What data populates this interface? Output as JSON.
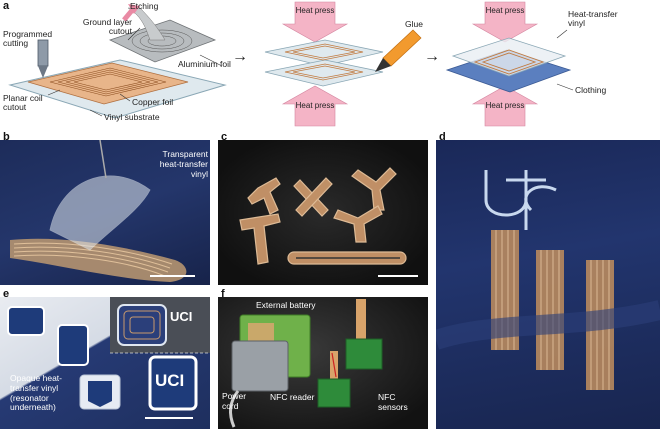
{
  "panels": [
    "a",
    "b",
    "c",
    "d",
    "e",
    "f"
  ],
  "panel_a": {
    "etching": "Etching",
    "programmed_cutting": "Programmed cutting",
    "ground_layer_cutout": "Ground layer cutout",
    "aluminium_foil": "Aluminium foil",
    "copper_foil": "Copper foil",
    "planar_coil_cutout": "Planar coil cutout",
    "vinyl_substrate": "Vinyl substrate",
    "heat_press_1": "Heat press",
    "heat_press_2": "Heat press",
    "glue": "Glue",
    "heat_press_3": "Heat press",
    "heat_press_4": "Heat press",
    "heat_transfer_vinyl": "Heat-transfer vinyl",
    "clothing": "Clothing"
  },
  "panel_b": {
    "label": "Transparent heat-transfer vinyl"
  },
  "panel_e": {
    "label": "Opaque heat-transfer vinyl (resonator underneath)",
    "logo": "UCI"
  },
  "panel_f": {
    "external_battery": "External battery",
    "nfc_reader": "NFC reader",
    "power_cord": "Power cord",
    "nfc_sensors": "NFC sensors"
  },
  "colors": {
    "copper": "#d38a4a",
    "navy": "#1e2f5e",
    "press_pink": "#f4b4c6",
    "glue": "#f29a2e"
  }
}
